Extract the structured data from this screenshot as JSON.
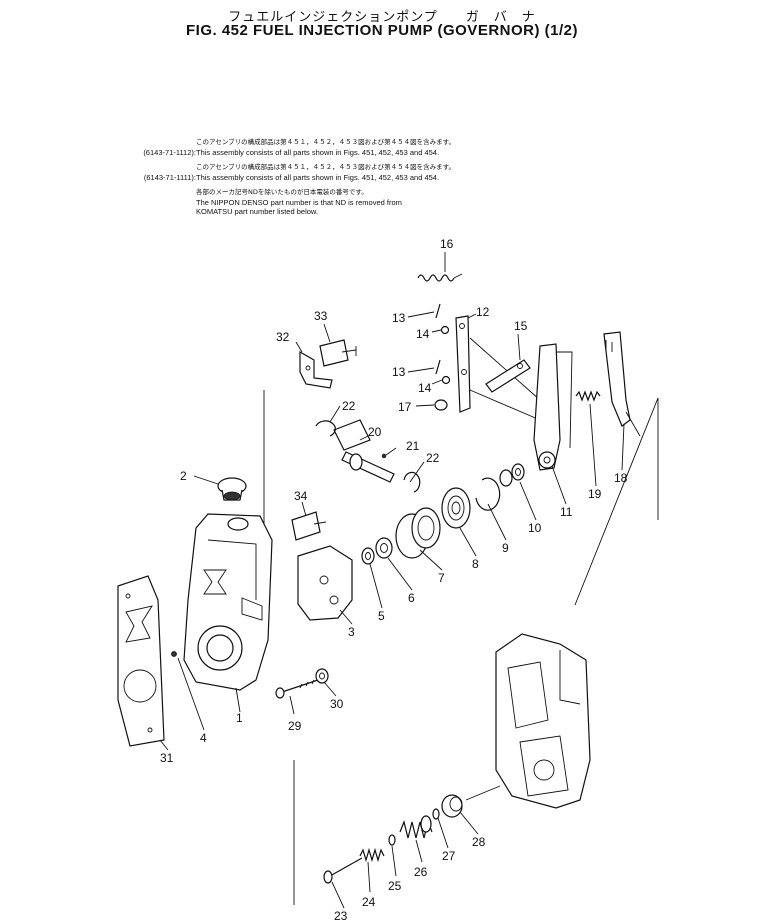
{
  "header": {
    "title_jp": "フュエルインジェクションポンプ　　ガ　バ　ナ",
    "title_en": "FIG. 452  FUEL INJECTION PUMP (GOVERNOR) (1/2)"
  },
  "notes": {
    "block1_jp": "このアセンブリの構成部品は第４５１，４５２，４５３図および第４５４図を含みます。",
    "block1_code": "(6143-71-1112):",
    "block1_en": "This assembly consists of all parts shown in Figs. 451, 452, 453 and 454.",
    "block2_jp": "このアセンブリの構成部品は第４５１，４５２，４５３図および第４５４図を含みます。",
    "block2_code": "(6143-71-1111):",
    "block2_en": "This assembly consists of all parts shown in Figs. 451, 452, 453 and 454.",
    "nd_jp": "各部のメーカ記号NDを除いたものが日本電装の番号です。",
    "nd_en1": "The NIPPON DENSO part number is that ND is removed from",
    "nd_en2": "KOMATSU part number listed below."
  },
  "callouts": [
    "1",
    "2",
    "3",
    "4",
    "5",
    "6",
    "7",
    "8",
    "9",
    "10",
    "11",
    "12",
    "13",
    "13",
    "14",
    "14",
    "15",
    "16",
    "17",
    "18",
    "19",
    "20",
    "21",
    "22",
    "22",
    "23",
    "24",
    "25",
    "26",
    "27",
    "28",
    "29",
    "30",
    "31",
    "32",
    "33",
    "34"
  ]
}
